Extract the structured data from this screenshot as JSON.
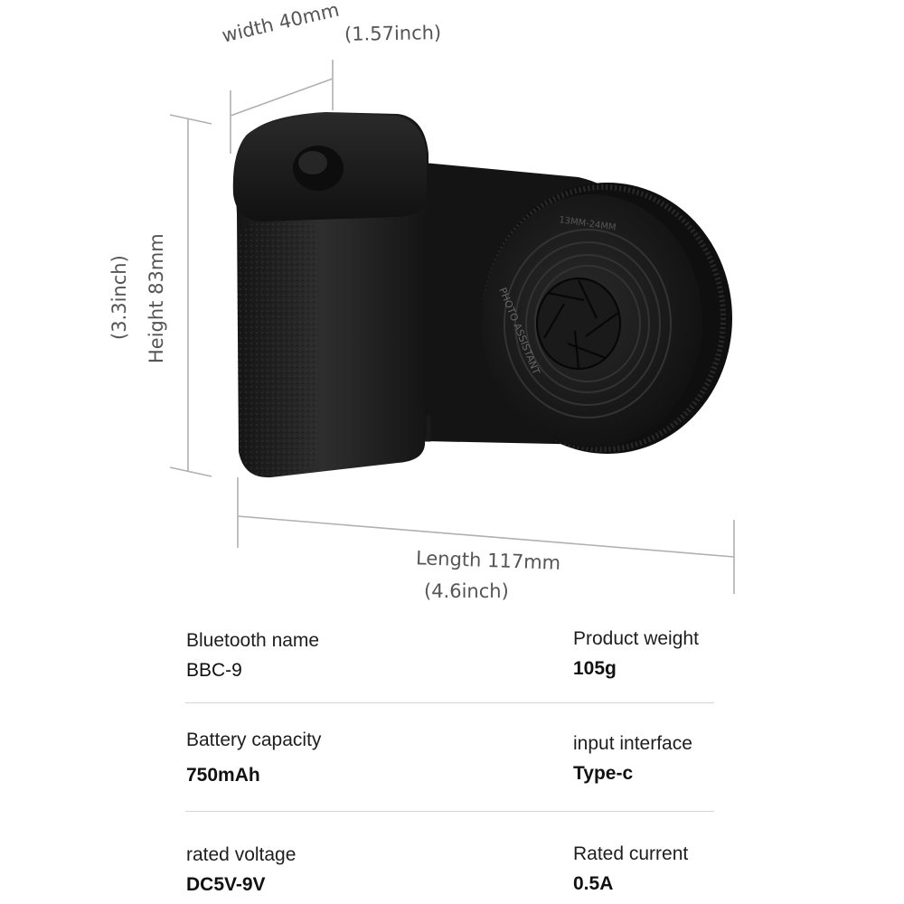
{
  "dimensions": {
    "width_label": "width 40mm",
    "width_inch": "(1.57inch)",
    "height_label": "Height 83mm",
    "height_inch": "(3.3inch)",
    "length_label": "Length 117mm",
    "length_inch": "(4.6inch)"
  },
  "product": {
    "lens_text_top": "13MM-24MM",
    "lens_text_side": "PHOTO ASSISTANT"
  },
  "specs": [
    {
      "label": "Bluetooth name",
      "value": "BBC-9"
    },
    {
      "label": "Product weight",
      "value": "105g"
    },
    {
      "label": "Battery capacity",
      "value": "750mAh"
    },
    {
      "label": "input interface",
      "value": "Type-c"
    },
    {
      "label": "rated voltage",
      "value": "DC5V-9V"
    },
    {
      "label": "Rated current",
      "value": "0.5A"
    }
  ],
  "colors": {
    "body": "#1c1c1c",
    "dimension_line": "#b0b0b0",
    "divider": "#d4d4d4"
  }
}
